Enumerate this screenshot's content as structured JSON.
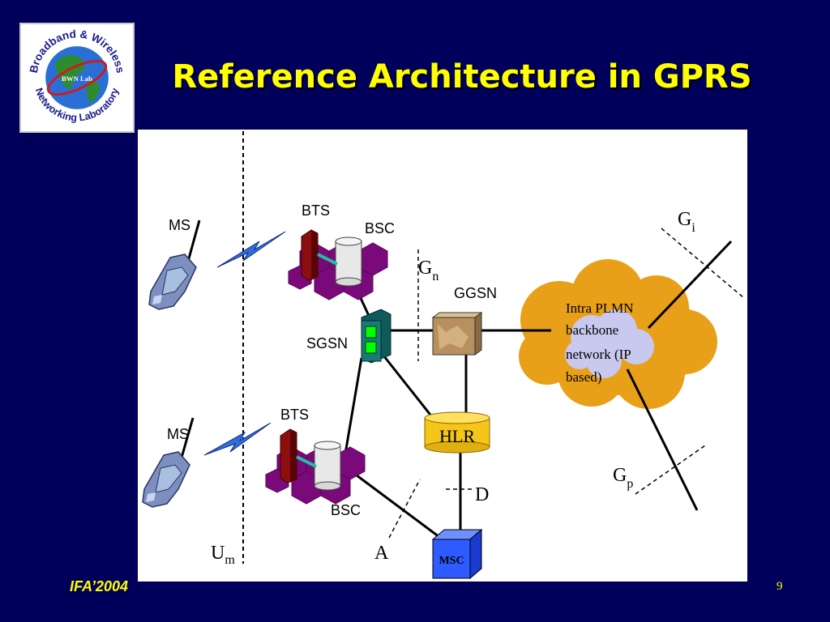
{
  "slide": {
    "title": "Reference Architecture in GPRS",
    "footer": "IFA’2004",
    "page_number": "9"
  },
  "logo": {
    "text_top": "Broadband & Wireless",
    "text_bottom": "Networking Laboratory",
    "badge": "BWN Lab",
    "colors": {
      "globe_ocean": "#2a6fd6",
      "globe_land": "#2e8b2e",
      "ring": "#d11a1a",
      "text": "#1a1a8c"
    }
  },
  "diagram": {
    "labels": {
      "ms_top": "MS",
      "ms_bottom": "MS",
      "bts_top": "BTS",
      "bts_bottom": "BTS",
      "bsc_top": "BSC",
      "bsc_bottom": "BSC",
      "sgsn": "SGSN",
      "ggsn": "GGSN",
      "hlr": "HLR",
      "msc": "MSC",
      "gn": "G",
      "gn_sub": "n",
      "gi": "G",
      "gi_sub": "i",
      "gp": "G",
      "gp_sub": "p",
      "um": "U",
      "um_sub": "m",
      "a": "A",
      "d": "D",
      "cloud_line1": "Intra PLMN",
      "cloud_line2": "backbone",
      "cloud_line3": "network (IP",
      "cloud_line4": "based)"
    },
    "colors": {
      "cloud_outer": "#e8a019",
      "cloud_inner": "#c9c9ef",
      "hex_cluster": "#7a0a7a",
      "bts_tower": "#8b0f0f",
      "sgsn_box": "#1a7a7a",
      "sgsn_leds": "#00ff00",
      "ggsn_box": "#b89060",
      "hlr": "#f5c518",
      "msc": "#2d5bff",
      "phone": "#6c7fae",
      "lightning": "#2d6fd8"
    }
  }
}
